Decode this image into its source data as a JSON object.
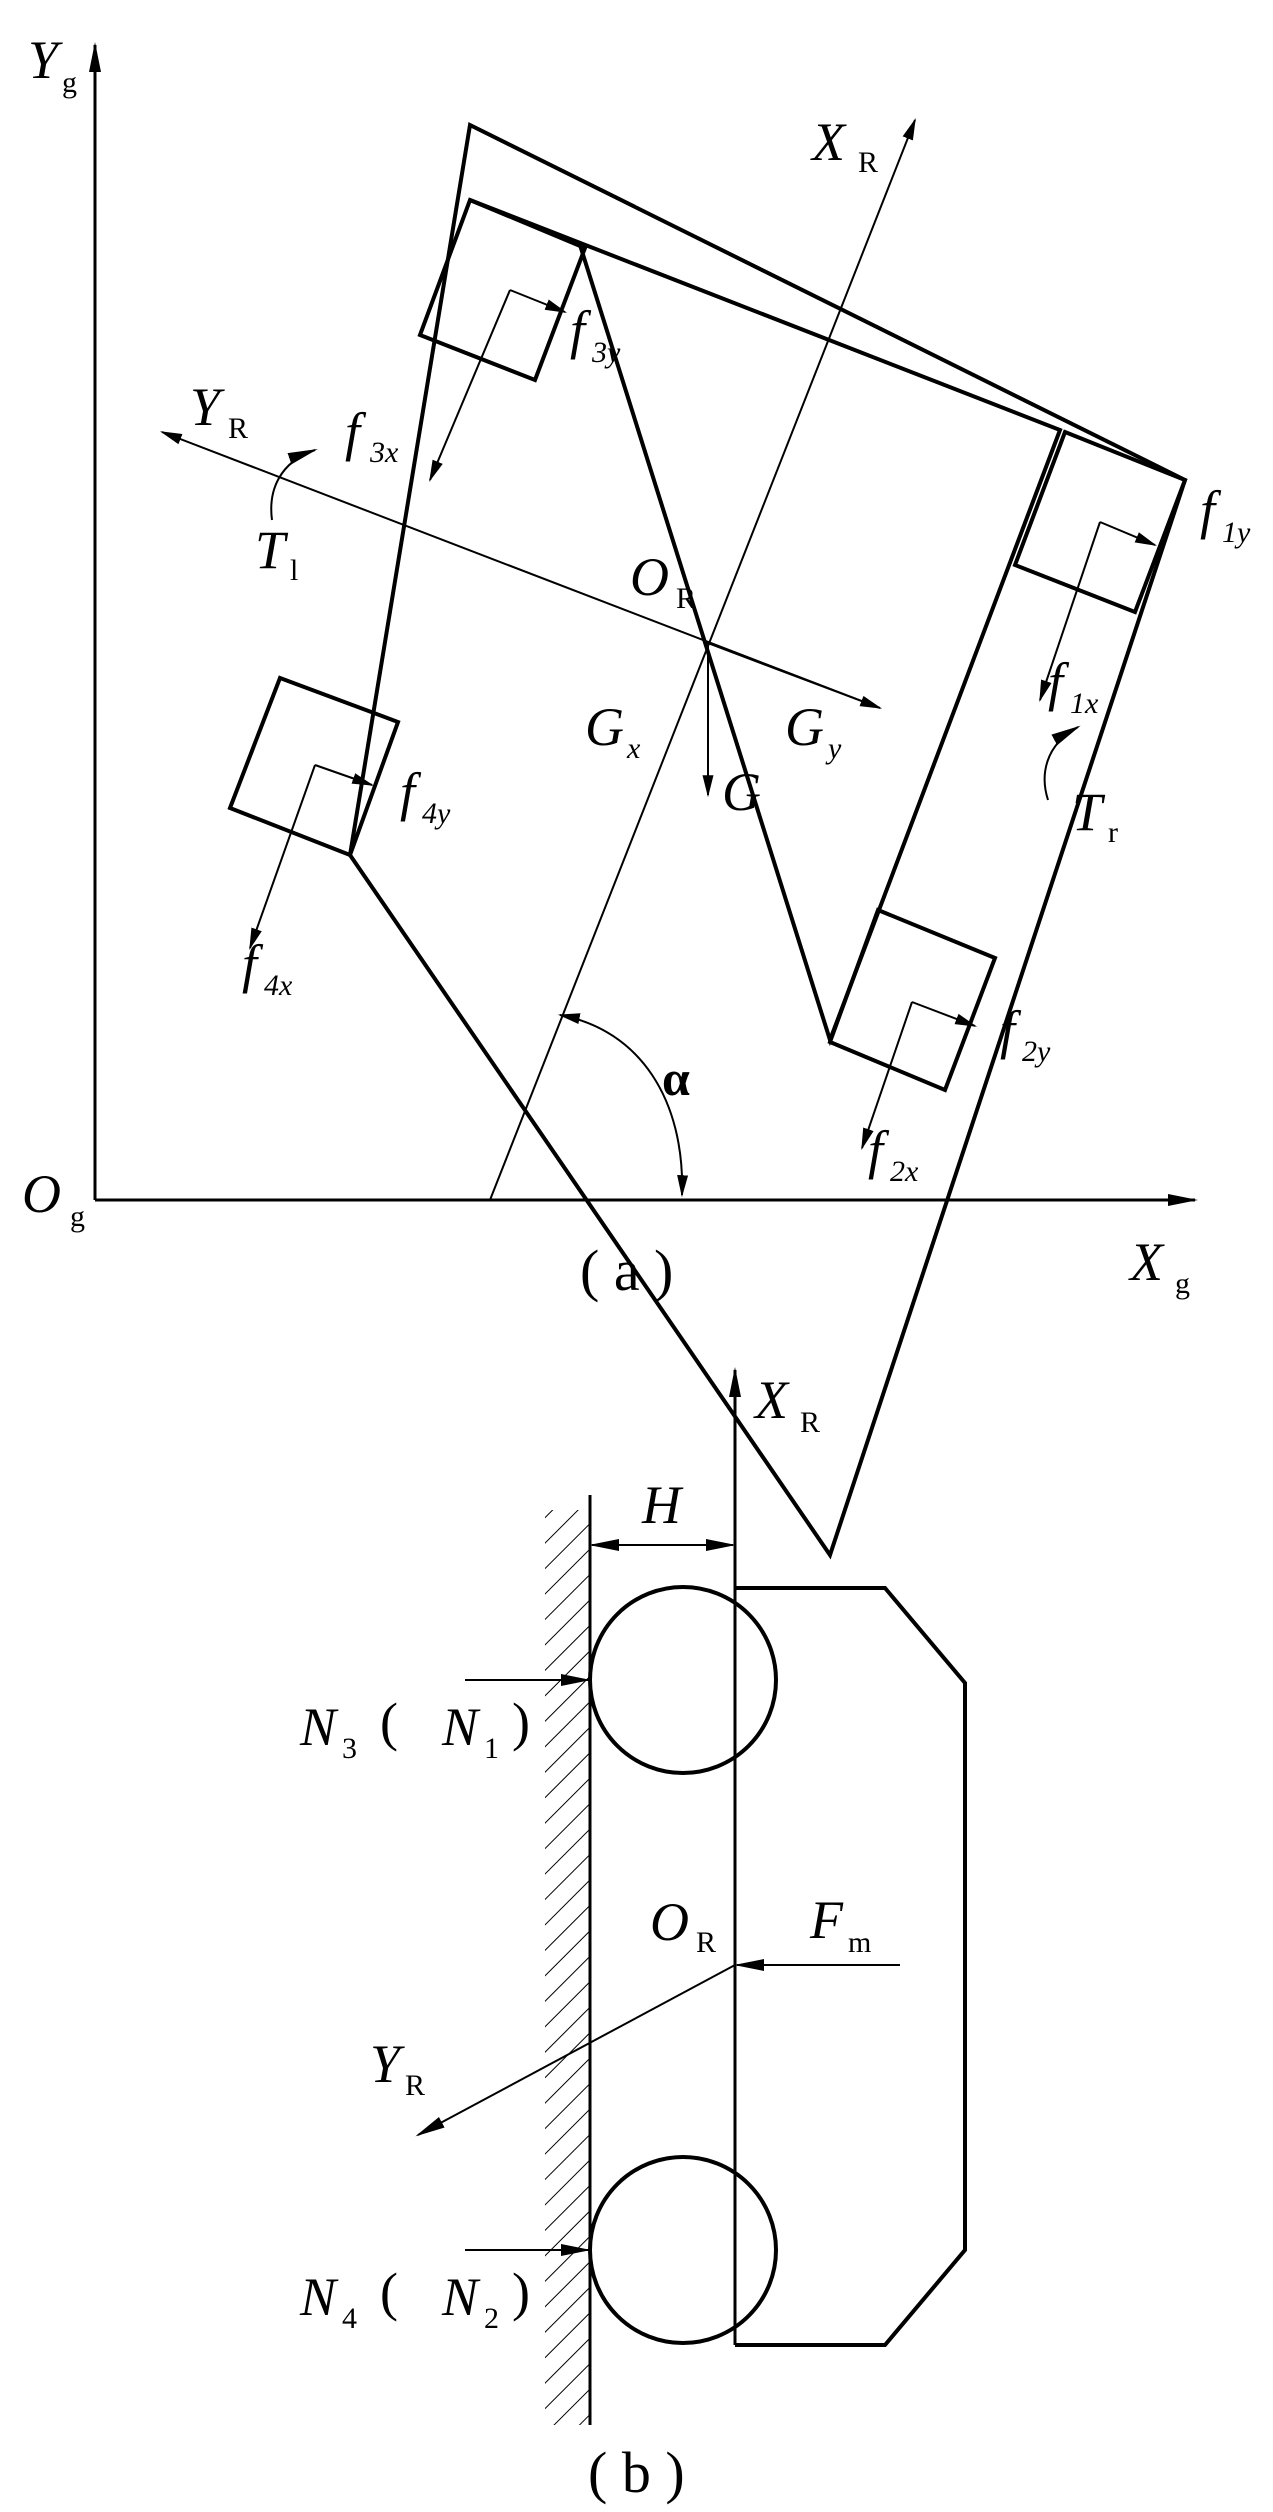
{
  "figure_a": {
    "caption": "( a )",
    "axes": {
      "Yg": {
        "main": "Y",
        "sub": "g"
      },
      "Og": {
        "main": "O",
        "sub": "g"
      },
      "Xg": {
        "main": "X",
        "sub": "g"
      },
      "XR": {
        "main": "X",
        "sub": "R"
      },
      "YR": {
        "main": "Y",
        "sub": "R"
      },
      "OR": {
        "main": "O",
        "sub": "R"
      }
    },
    "forces": {
      "f1y": {
        "main": "f",
        "sub": "1y"
      },
      "f1x": {
        "main": "f",
        "sub": "1x"
      },
      "f2y": {
        "main": "f",
        "sub": "2y"
      },
      "f2x": {
        "main": "f",
        "sub": "2x"
      },
      "f3y": {
        "main": "f",
        "sub": "3y"
      },
      "f3x": {
        "main": "f",
        "sub": "3x"
      },
      "f4y": {
        "main": "f",
        "sub": "4y"
      },
      "f4x": {
        "main": "f",
        "sub": "4x"
      },
      "Gx": {
        "main": "G",
        "sub": "x"
      },
      "Gy": {
        "main": "G",
        "sub": "y"
      },
      "G": {
        "main": "G",
        "sub": ""
      },
      "Tl": {
        "main": "T",
        "sub": "l"
      },
      "Tr": {
        "main": "T",
        "sub": "r"
      }
    },
    "angle": "α"
  },
  "figure_b": {
    "caption": "( b )",
    "labels": {
      "XR": {
        "main": "X",
        "sub": "R"
      },
      "H": {
        "main": "H",
        "sub": ""
      },
      "N3": {
        "main": "N",
        "sub": "3"
      },
      "N1": {
        "main": "N",
        "sub": "1"
      },
      "OR": {
        "main": "O",
        "sub": "R"
      },
      "Fm": {
        "main": "F",
        "sub": "m"
      },
      "YR": {
        "main": "Y",
        "sub": "R"
      },
      "N4": {
        "main": "N",
        "sub": "4"
      },
      "N2": {
        "main": "N",
        "sub": "2"
      }
    },
    "bracket_open": "(",
    "bracket_close": ")"
  }
}
